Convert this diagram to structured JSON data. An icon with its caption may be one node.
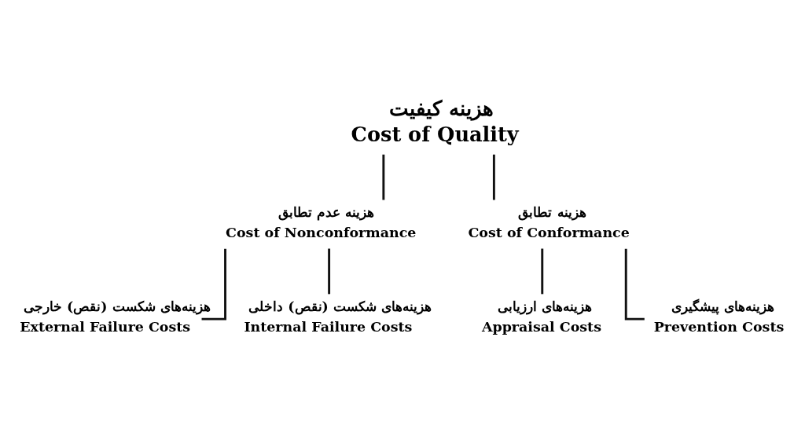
{
  "diagram": {
    "nodes": [
      {
        "text": [
          "هزینه کیفیت",
          "Cost of Quality"
        ]
      },
      {
        "text": [
          "هزینه عدم تطابق",
          "Cost of Nonconformance"
        ]
      },
      {
        "text": [
          "هزینه تطابق",
          "Cost of Conformance"
        ]
      },
      {
        "text": [
          "هزینه‌های شکست (نقص) خارجی",
          "External Failure Costs"
        ]
      },
      {
        "text": [
          "هزینه‌های شکست (نقص) داخلی",
          "Internal Failure Costs"
        ]
      },
      {
        "text": [
          "هزینه‌های ارزیابی",
          "Appraisal Costs"
        ]
      },
      {
        "text": [
          "هزینه‌های پیشگیری",
          "Prevention Costs"
        ]
      }
    ],
    "edges": [
      {
        "from": 0,
        "to": 1,
        "arrow": "none"
      },
      {
        "from": 0,
        "to": 2,
        "arrow": "none"
      },
      {
        "from": 1,
        "to": 3,
        "arrow": "none"
      },
      {
        "from": 1,
        "to": 4,
        "arrow": "none"
      },
      {
        "from": 2,
        "to": 5,
        "arrow": "none"
      },
      {
        "from": 2,
        "to": 6,
        "arrow": "none"
      }
    ]
  }
}
